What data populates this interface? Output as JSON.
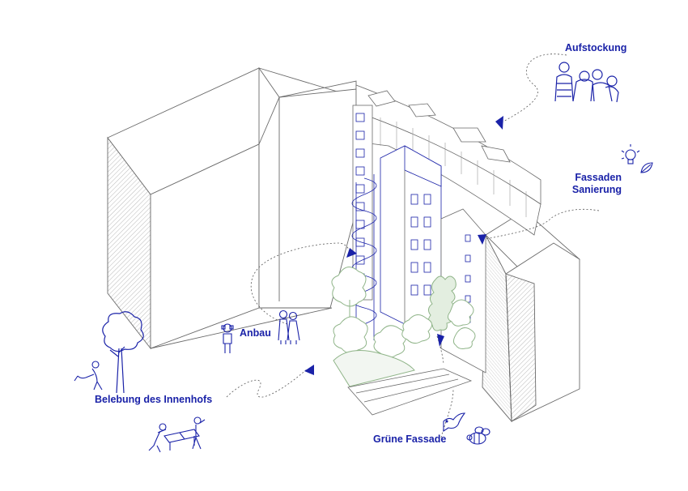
{
  "colors": {
    "accent": "#1a22a8",
    "line": "#6a6a6a",
    "green": "#8fb488",
    "background": "#ffffff"
  },
  "labels": {
    "aufstockung": "Aufstockung",
    "fassaden_line1": "Fassaden",
    "fassaden_line2": "Sanierung",
    "anbau": "Anbau",
    "belebung": "Belebung des Innenhofs",
    "gruene_fassade": "Grüne Fassade"
  },
  "icons": [
    "people-group-icon",
    "lightbulb-leaf-icon",
    "person-with-binoculars-icon",
    "couple-icon",
    "tree-icon",
    "person-watering-icon",
    "table-tennis-players-icon",
    "bird-icon",
    "bee-icon",
    "arrow-icon"
  ]
}
